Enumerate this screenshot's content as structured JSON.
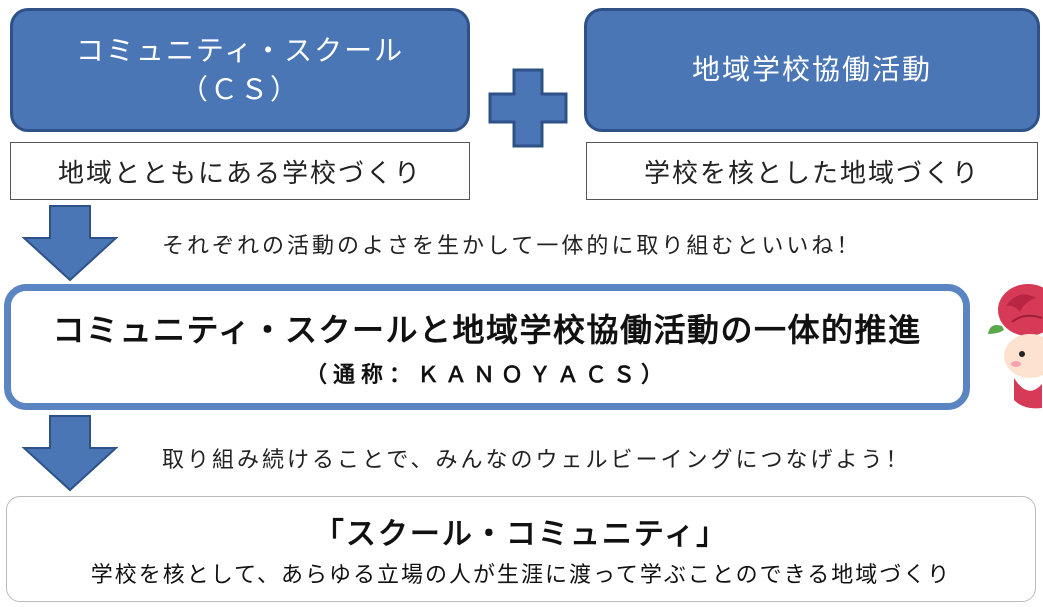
{
  "cs_box": {
    "line1": "コミュニティ・スクール",
    "line2": "（ＣＳ）",
    "caption": "地域とともにある学校づくり"
  },
  "activity_box": {
    "label": "地域学校協働活動",
    "caption": "学校を核とした地域づくり"
  },
  "note1": "それぞれの活動のよさを生かして一体的に取り組むといいね！",
  "integrated_box": {
    "title": "コミュニティ・スクールと地域学校協働活動の一体的推進",
    "subtitle": "（通称：ＫＡＮＯＹＡＣＳ）"
  },
  "note2": "取り組み続けることで、みんなのウェルビーイングにつなげよう！",
  "result_box": {
    "title": "「スクール・コミュニティ」",
    "subtitle": "学校を核として、あらゆる立場の人が生涯に渡って学ぶことのできる地域づくり"
  },
  "colors": {
    "box_fill": "#4a76b6",
    "box_border": "#2e5287",
    "arrow": "#4a76b6",
    "mascot_rose": "#d63a57"
  },
  "icons": {
    "plus": "plus-icon",
    "arrow": "down-arrow-icon",
    "mascot": "rose-mascot-icon"
  }
}
